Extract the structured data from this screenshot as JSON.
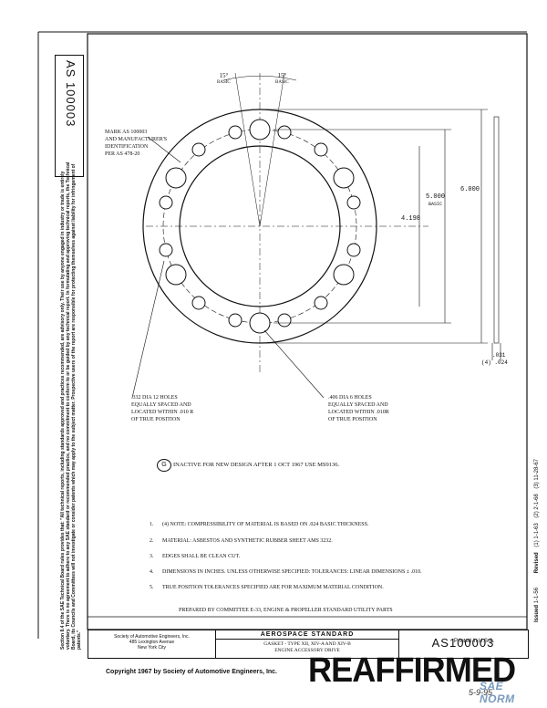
{
  "document_number": "AS 100003",
  "title_block": {
    "org_lines": [
      "Society of Automotive Engineers, Inc.",
      "485 Lexington Avenue",
      "New York City"
    ],
    "standard_type": "AEROSPACE   STANDARD",
    "description_lines": [
      "GASKET - TYPE XII, XIV-A AND XIV-B",
      "ENGINE ACCESSORY DRIVE"
    ],
    "doc_number": "AS100003"
  },
  "disclaimer": "Section 8.4 of the SAE Technical Board rules provides that: \"All technical reports, including standards approved and practices recommended, are advisory only. Their use by anyone engaged in industry or trade is entirely voluntary. There is no agreement to adhere to any SAE standard or recommended practice, and no commitment to conform to or be guided by any technical report. In formulating and approving technical reports, the Technical Board, its Councils and Committees will not investigate or consider patents which may apply to the subject matter. Prospective users of the report are responsible for protecting themselves against liability for infringement of patents.\"",
  "revision_strip": {
    "issued_label": "Issued",
    "issued_value": "1-1-56",
    "revised_label": "Revised",
    "revised_values": [
      "(1) 1-1-63",
      "(2) 2-1-68",
      "(3) 11-28-67"
    ]
  },
  "drawing": {
    "angle_left": "15°",
    "angle_left_note": "BASIC",
    "angle_right": "15°",
    "angle_right_note": "BASIC",
    "dim_outer": "6.000",
    "dim_bolt_circle": "5.000",
    "dim_bolt_circle_note": "BASIC",
    "dim_inner": "4.198",
    "dim_thickness_a": ".031",
    "dim_thickness_b": "(4) .024",
    "mark_callout": "MARK AS 100003\nAND MANUFACTURER'S\nIDENTIFICATION\nPER AS 478-20",
    "small_hole_callout": ".332 DIA 12 HOLES\nEQUALLY SPACED AND\nLOCATED WITHIN .010 R\nOF TRUE POSITION",
    "large_hole_callout": ".406 DIA 6 HOLES\nEQUALLY SPACED AND\nLOCATED WITHIN .010R\nOF TRUE POSITION"
  },
  "inactive_note": {
    "symbol": "G",
    "text": "INACTIVE FOR NEW DESIGN  AFTER 1 OCT 1967  USE MS9136."
  },
  "notes": [
    {
      "num": "1.",
      "text": "(4)  NOTE:  COMPRESSIBILITY OF MATERIAL IS BASED ON .024 BASIC THICKNESS."
    },
    {
      "num": "2.",
      "text": "MATERIAL:  ASBESTOS AND SYNTHETIC RUBBER SHEET AMS 3232."
    },
    {
      "num": "3.",
      "text": "EDGES SHALL BE CLEAN CUT."
    },
    {
      "num": "4.",
      "text": "DIMENSIONS IN INCHES.   UNLESS OTHERWISE SPECIFIED:  TOLERANCES:  LINEAR DIMENSIONS ± .010."
    },
    {
      "num": "5.",
      "text": "TRUE POSITION TOLERANCES SPECIFIED ARE FOR MAXIMUM MATERIAL CONDITION."
    }
  ],
  "prepared_by": "PREPARED BY COMMITTEE E-33, ENGINE & PROPELLER STANDARD UTILITY PARTS",
  "copyright": "Copyright   1967   by Society of Automotive Engineers, Inc.",
  "printed": "Printed in U.S.A.",
  "reaffirmed": "REAFFIRMED",
  "handwritten": "5-9-95",
  "watermark": "SAE NORM"
}
